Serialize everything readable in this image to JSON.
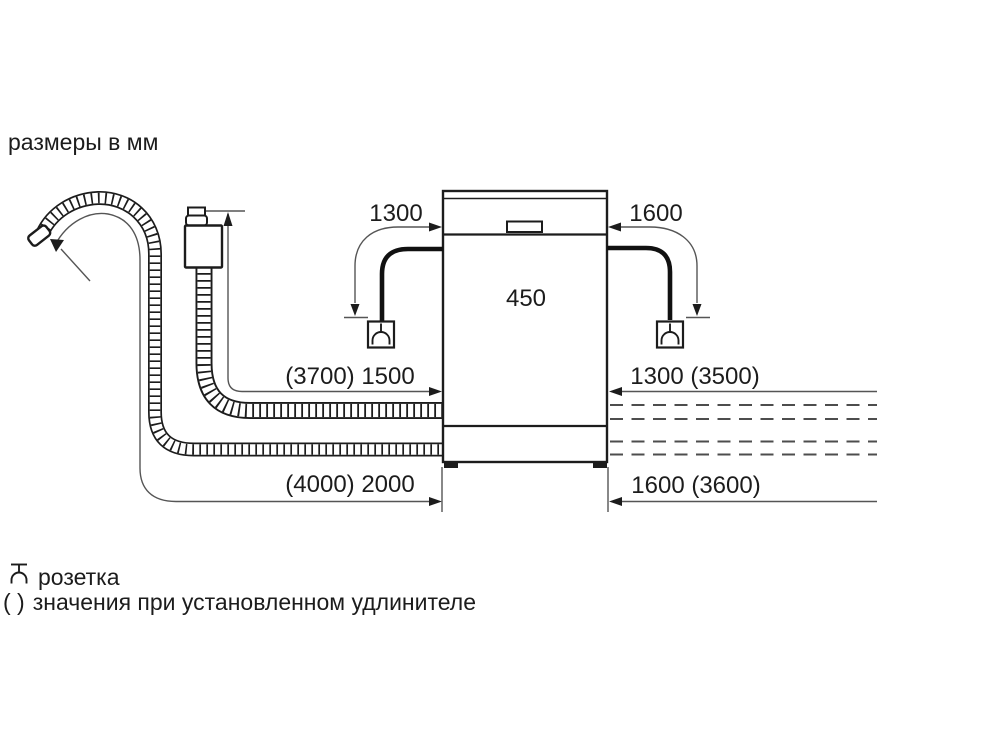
{
  "title": "размеры в мм",
  "diagram": {
    "type": "appliance-installation-diagram",
    "appliance": "dishwasher-front-view",
    "units": "mm"
  },
  "dimensions": {
    "appliance_width": "450",
    "power_cord_left": "1300",
    "power_cord_right": "1600",
    "supply_hose_left": "(3700) 1500",
    "drain_hose_left": "(4000) 2000",
    "supply_hose_right": "1300 (3500)",
    "drain_hose_right": "1600 (3600)"
  },
  "legend": {
    "socket_label": "розетка",
    "parentheses_symbol": "( )",
    "parentheses_label": "значения при установленном удлинителе"
  },
  "colors": {
    "line": "#1c1c1c",
    "dim_line": "#555555",
    "dash_line": "#4d4d4d",
    "background": "#ffffff"
  }
}
